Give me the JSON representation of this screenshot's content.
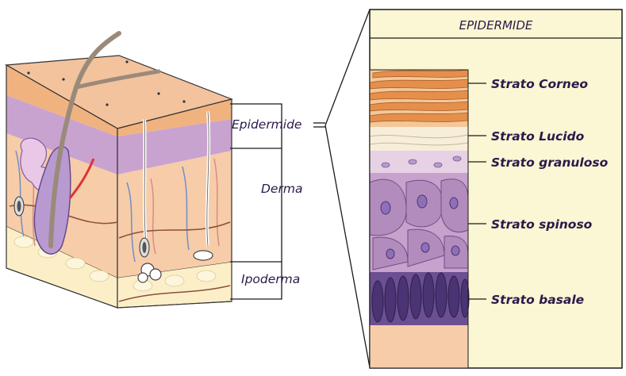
{
  "diagram": {
    "left_labels": {
      "epidermide": "Epidermide",
      "derma": "Derma",
      "ipoderma": "Ipoderma"
    },
    "panel": {
      "title": "EPIDERMIDE",
      "strata": [
        "Strato Corneo",
        "Strato Lucido",
        "Strato granuloso",
        "Strato spinoso",
        "Strato basale"
      ]
    },
    "colors": {
      "panel_bg": "#fbf6d3",
      "outline": "#1a1a1a",
      "label_text": "#2a1a4a",
      "corneo": "#e8904a",
      "lucido": "#f6e9cf",
      "granuloso": "#e7d3e6",
      "spinoso": "#b98fc1",
      "basale": "#6c4f93",
      "dermis": "#f6cfae",
      "hypodermis": "#fdf3d2"
    }
  }
}
